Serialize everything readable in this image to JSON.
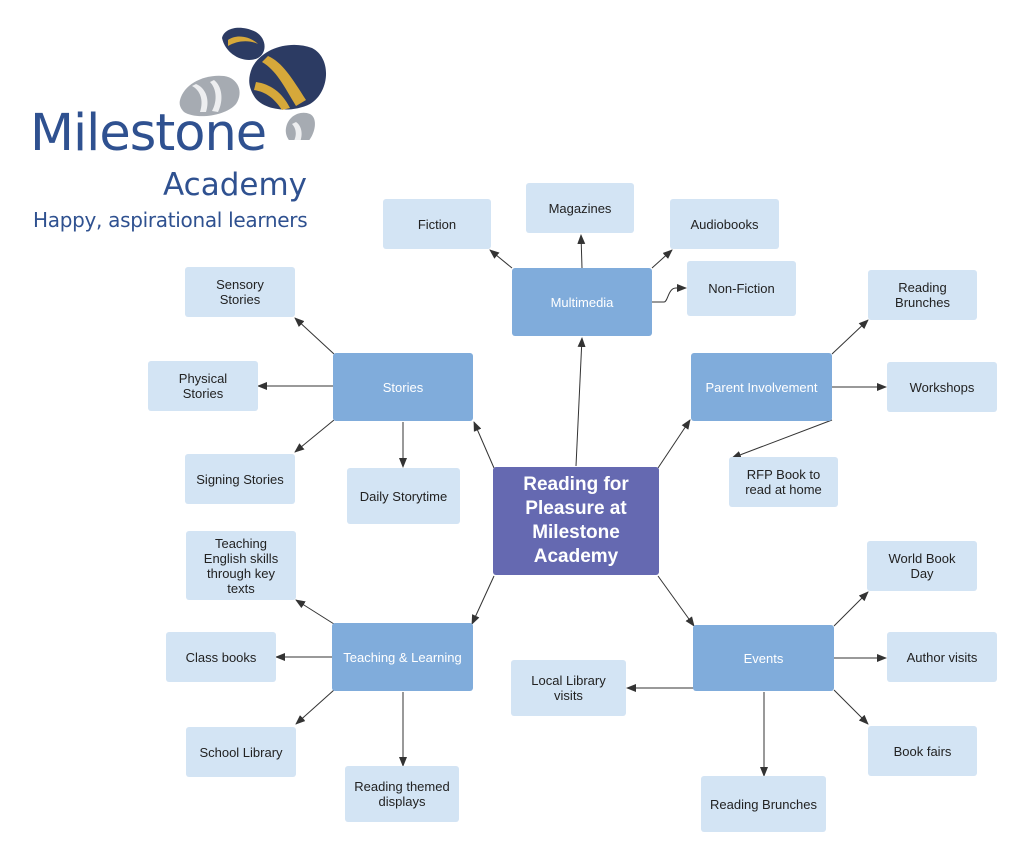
{
  "logo": {
    "name": "Milestone",
    "subname": "Academy",
    "tagline": "Happy, aspirational learners",
    "colors": {
      "navy": "#2c3b63",
      "gold": "#d6a83a",
      "grey": "#a6abb2",
      "blue": "#2f5190"
    }
  },
  "center": {
    "label": "Reading for Pleasure at Milestone Academy",
    "color": "#6569b1"
  },
  "hubs": {
    "multimedia": "Multimedia",
    "stories": "Stories",
    "parent": "Parent Involvement",
    "teaching": "Teaching & Learning",
    "events": "Events"
  },
  "leaves": {
    "fiction": "Fiction",
    "magazines": "Magazines",
    "audiobooks": "Audiobooks",
    "nonfiction": "Non-Fiction",
    "sensory": "Sensory Stories",
    "physical": "Physical Stories",
    "signing": "Signing Stories",
    "storytime": "Daily Storytime",
    "brunches_parent": "Reading Brunches",
    "workshops": "Workshops",
    "rfp_book": "RFP Book to read at home",
    "english_skills": "Teaching English skills through key texts",
    "class_books": "Class books",
    "school_library": "School Library",
    "themed_displays": "Reading themed displays",
    "world_book_day": "World Book Day",
    "author_visits": "Author visits",
    "local_library": "Local Library visits",
    "book_fairs": "Book fairs",
    "brunches_events": "Reading Brunches"
  },
  "colors": {
    "leaf": "#d3e4f4",
    "hub": "#80acdb",
    "connector": "#333333"
  }
}
